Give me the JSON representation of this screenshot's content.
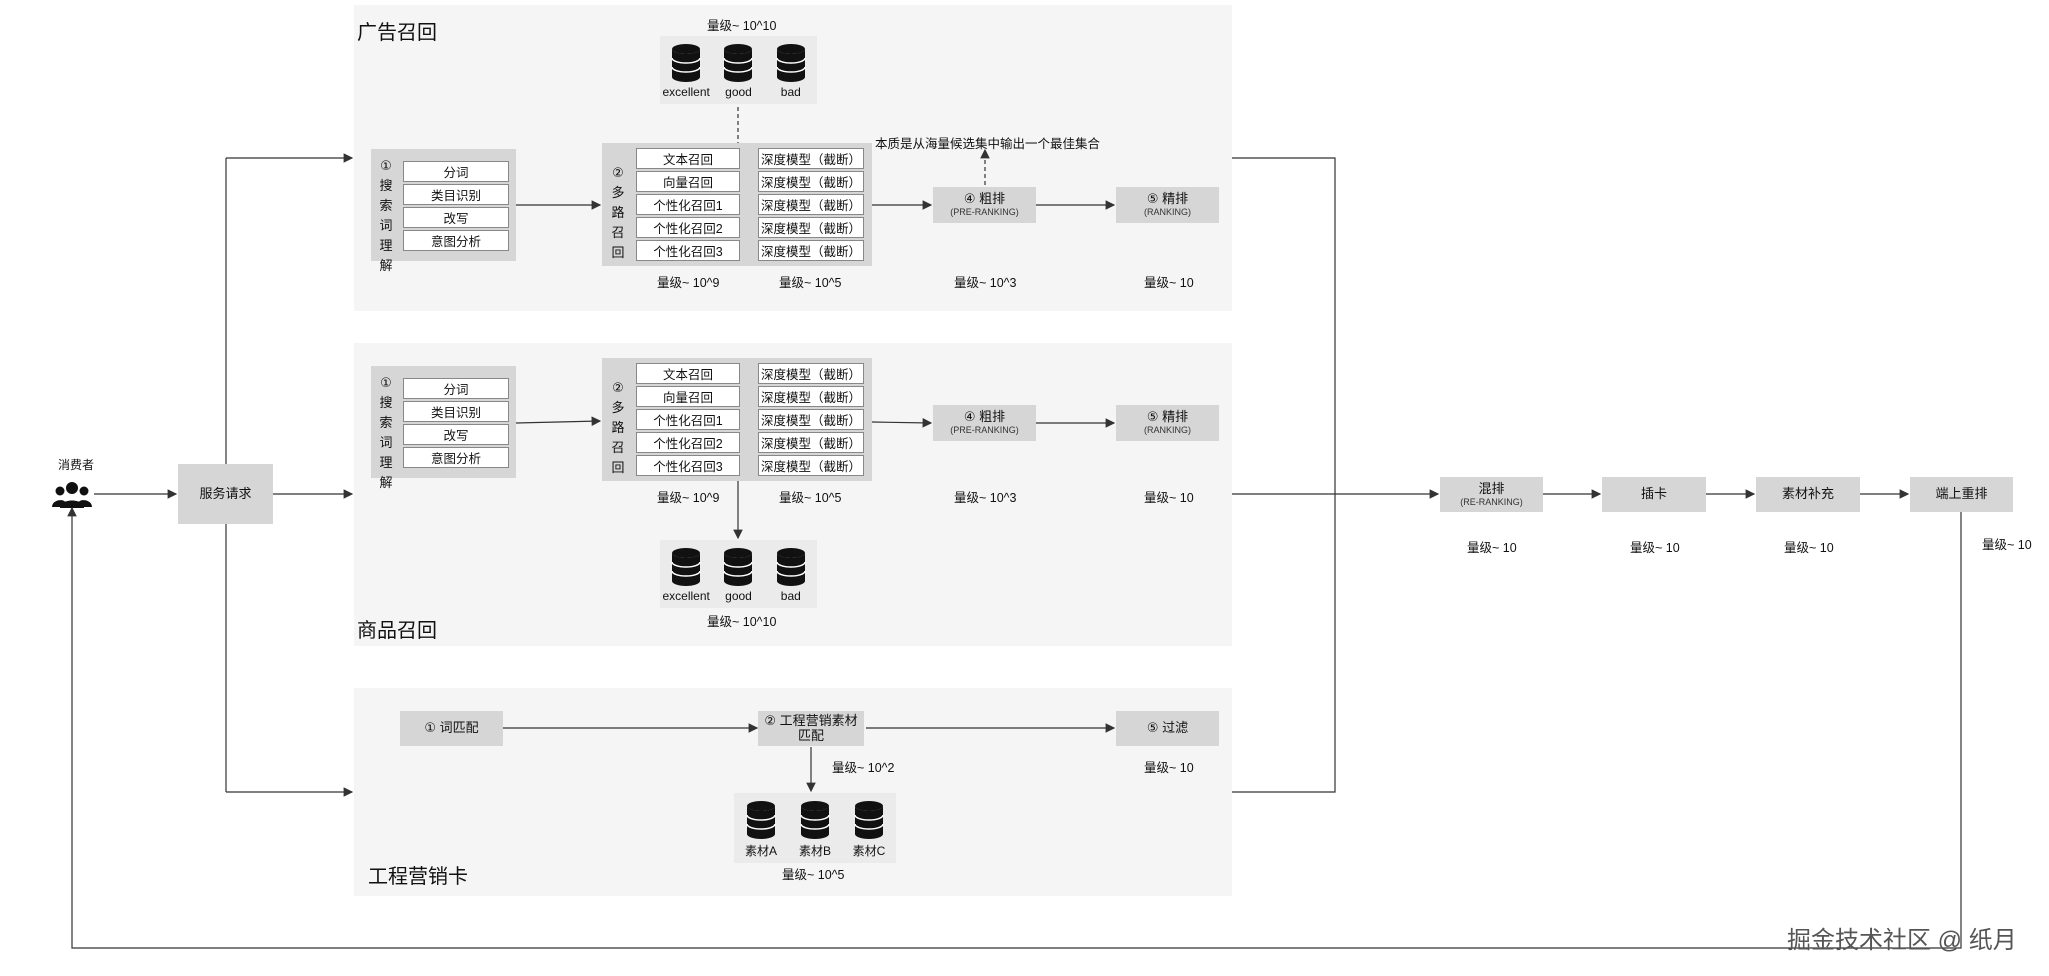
{
  "sections": {
    "ad_title": "广告召回",
    "product_title": "商品召回",
    "card_title": "工程营销卡"
  },
  "consumer": {
    "label": "消费者",
    "icon": "user-group-icon"
  },
  "service_request": "服务请求",
  "query_understanding": {
    "title": "①搜索词理解",
    "items": [
      "分词",
      "类目识别",
      "改写",
      "意图分析"
    ]
  },
  "multi_recall": {
    "title": "②多路召回",
    "items": [
      "文本召回",
      "向量召回",
      "个性化召回1",
      "个性化召回2",
      "个性化召回3"
    ],
    "models": [
      "深度模型（截断）",
      "深度模型（截断）",
      "深度模型（截断）",
      "深度模型（截断）",
      "深度模型（截断）"
    ]
  },
  "pre_ranking": {
    "label": "④ 粗排",
    "sub": "(PRE-RANKING)"
  },
  "ranking": {
    "label": "⑤ 精排",
    "sub": "(RANKING)"
  },
  "db_labels": [
    "excellent",
    "good",
    "bad"
  ],
  "magnitudes": {
    "db_top": "量级~ 10^10",
    "recall": "量级~ 10^9",
    "model": "量级~ 10^5",
    "pre_ranking": "量级~ 10^3",
    "ranking": "量级~ 10",
    "db_bottom": "量级~ 10^10",
    "card_match": "量级~ 10^2",
    "card_filter": "量级~ 10",
    "card_db": "量级~ 10^5",
    "rerank": "量级~ 10",
    "insert": "量级~ 10",
    "supplement": "量级~ 10",
    "client": "量级~ 10"
  },
  "note": "本质是从海量候选集中输出一个最佳集合",
  "card": {
    "word_match": "① 词匹配",
    "material_match": "② 工程营销素材匹配",
    "filter": "⑤ 过滤",
    "materials": [
      "素材A",
      "素材B",
      "素材C"
    ]
  },
  "pipeline": {
    "rerank": "混排",
    "rerank_sub": "(RE-RANKING)",
    "insert": "插卡",
    "supplement": "素材补充",
    "client_rerank": "端上重排"
  },
  "watermark": "掘金技术社区 @ 纸月"
}
